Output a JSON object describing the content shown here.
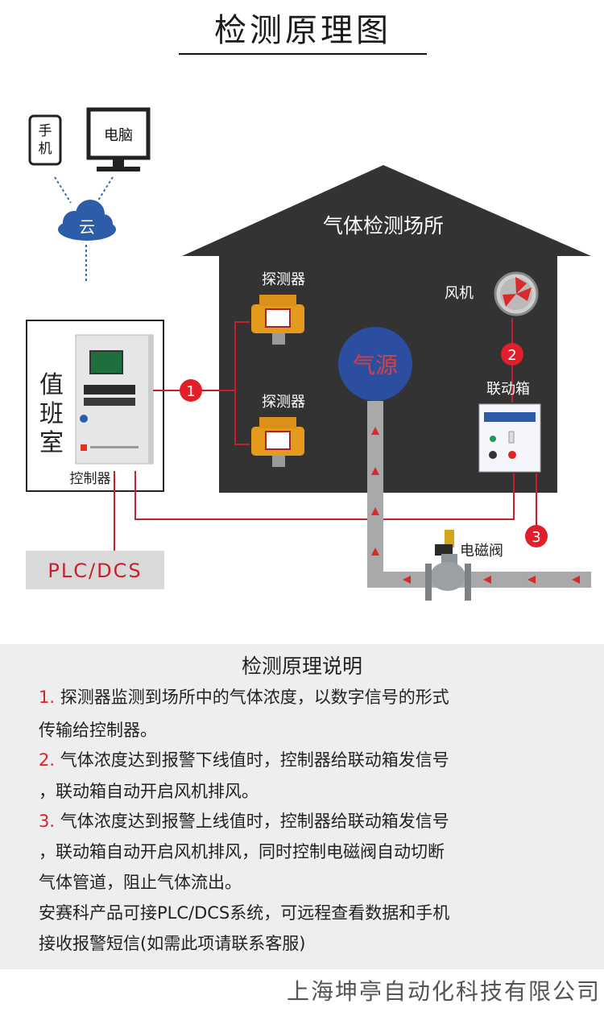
{
  "title": "检测原理图",
  "devices": {
    "phone": "手\n机",
    "computer": "电脑",
    "cloud": "云"
  },
  "site_label": "气体检测场所",
  "duty_room": "值\n班\n室",
  "controller_label": "控制器",
  "detector_label_1": "探测器",
  "detector_label_2": "探测器",
  "gas_source": "气源",
  "fan_label": "风机",
  "linkage_box_label": "联动箱",
  "valve_label": "电磁阀",
  "plc_label": "PLC/DCS",
  "markers": [
    "1",
    "2",
    "3"
  ],
  "explanation": {
    "title": "检测原理说明",
    "lines": [
      {
        "num": "1.",
        "text": " 探测器监测到场所中的气体浓度，以数字信号的形式"
      },
      {
        "num": "",
        "text": "传输给控制器。"
      },
      {
        "num": "2.",
        "text": " 气体浓度达到报警下线值时，控制器给联动箱发信号"
      },
      {
        "num": "",
        "text": "，联动箱自动开启风机排风。"
      },
      {
        "num": "3.",
        "text": " 气体浓度达到报警上线值时，控制器给联动箱发信号"
      },
      {
        "num": "",
        "text": "，联动箱自动开启风机排风，同时控制电磁阀自动切断"
      },
      {
        "num": "",
        "text": "气体管道，阻止气体流出。"
      },
      {
        "num": "",
        "text": "安赛科产品可接PLC/DCS系统，可远程查看数据和手机"
      },
      {
        "num": "",
        "text": "接收报警短信(如需此项请联系客服)"
      }
    ]
  },
  "footer": "上海坤亭自动化科技有限公司",
  "colors": {
    "house": "#333333",
    "signal": "#c8202a",
    "marker": "#e01f2a",
    "gas_source": "#2b4ea0",
    "cloud": "#2d5da8",
    "pipe": "#a9a9a9",
    "detector": "#e49a1c"
  }
}
